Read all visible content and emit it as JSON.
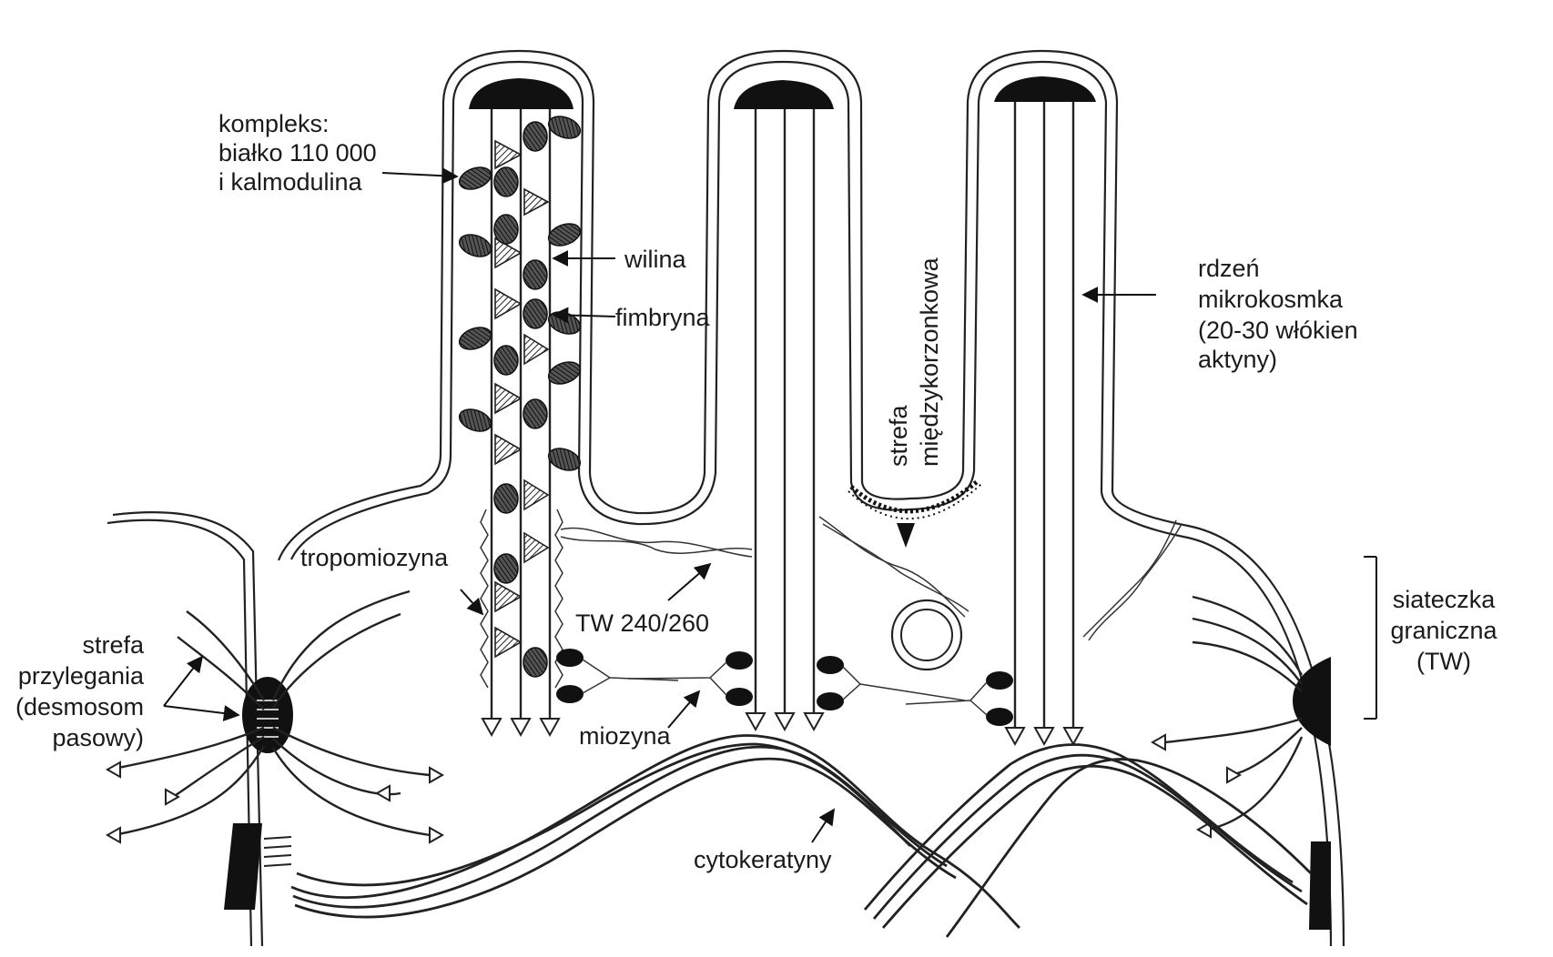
{
  "labels": {
    "kompleks_1": "kompleks:",
    "kompleks_2": "białko 110 000",
    "kompleks_3": "i kalmodulina",
    "wilina": "wilina",
    "fimbryna": "fimbryna",
    "strefa_mk_1": "strefa",
    "strefa_mk_2": "międzykorzonkowa",
    "rdzen_1": "rdzeń",
    "rdzen_2": "mikrokosmka",
    "rdzen_3": "(20-30 włókien",
    "rdzen_4": "aktyny)",
    "tropomiozyna": "tropomiozyna",
    "tw240": "TW 240/260",
    "siateczka_1": "siateczka",
    "siateczka_2": "graniczna",
    "siateczka_3": "(TW)",
    "strefa_p_1": "strefa",
    "strefa_p_2": "przylegania",
    "strefa_p_3": "(desmosom",
    "strefa_p_4": "pasowy)",
    "miozyna": "miozyna",
    "cytokeratyny": "cytokeratyny"
  }
}
